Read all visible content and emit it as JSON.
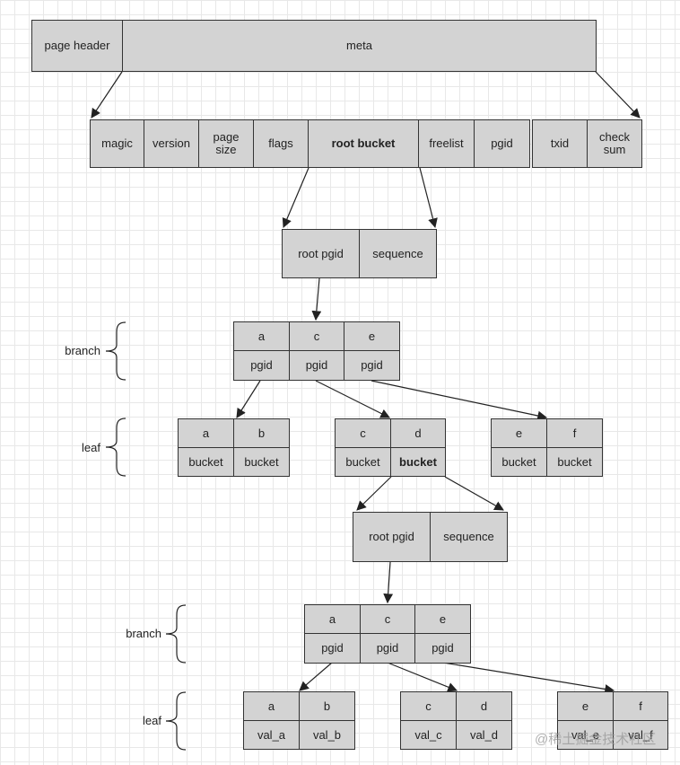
{
  "page": {
    "page_header": "page header",
    "meta": "meta"
  },
  "meta_fields": [
    "magic",
    "version",
    "page\nsize",
    "flags",
    "root bucket",
    "freelist",
    "pgid",
    "txid",
    "check\nsum"
  ],
  "bucket_header_1": {
    "root_pgid": "root pgid",
    "sequence": "sequence"
  },
  "branch_1": {
    "label": "branch",
    "keys": [
      "a",
      "c",
      "e"
    ],
    "values": [
      "pgid",
      "pgid",
      "pgid"
    ]
  },
  "leaf_1": {
    "label": "leaf",
    "nodes": [
      {
        "keys": [
          "a",
          "b"
        ],
        "values": [
          "bucket",
          "bucket"
        ]
      },
      {
        "keys": [
          "c",
          "d"
        ],
        "values": [
          "bucket",
          "bucket"
        ]
      },
      {
        "keys": [
          "e",
          "f"
        ],
        "values": [
          "bucket",
          "bucket"
        ]
      }
    ]
  },
  "bucket_header_2": {
    "root_pgid": "root pgid",
    "sequence": "sequence"
  },
  "branch_2": {
    "label": "branch",
    "keys": [
      "a",
      "c",
      "e"
    ],
    "values": [
      "pgid",
      "pgid",
      "pgid"
    ]
  },
  "leaf_2": {
    "label": "leaf",
    "nodes": [
      {
        "keys": [
          "a",
          "b"
        ],
        "values": [
          "val_a",
          "val_b"
        ]
      },
      {
        "keys": [
          "c",
          "d"
        ],
        "values": [
          "val_c",
          "val_d"
        ]
      },
      {
        "keys": [
          "e",
          "f"
        ],
        "values": [
          "val_e",
          "val_f"
        ]
      }
    ]
  },
  "watermark": "@稀土掘金技术社区"
}
